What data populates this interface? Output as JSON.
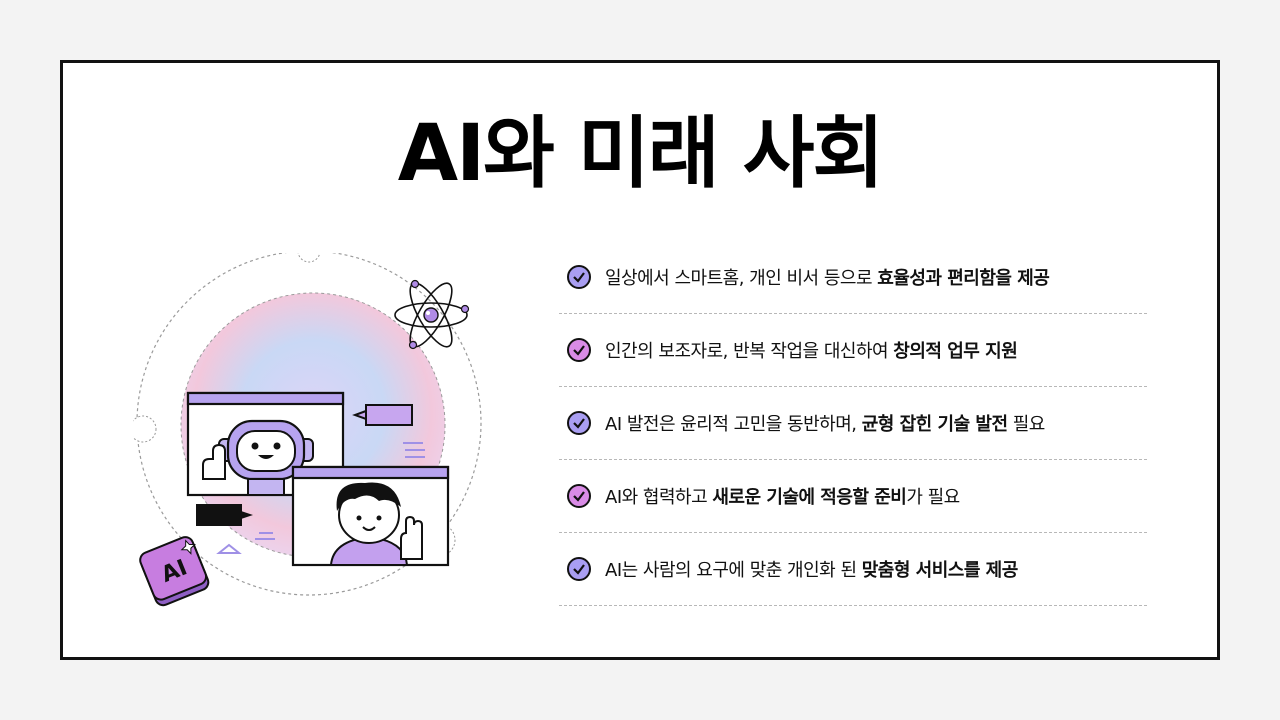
{
  "slide": {
    "title": "AI와 미래 사회",
    "items": [
      {
        "pre": "일상에서 스마트홈, 개인 비서 등으로 ",
        "bold": "효율성과 편리함을 제공",
        "post": "",
        "check_color": "#a99ef2"
      },
      {
        "pre": "인간의 보조자로, 반복 작업을 대신하여 ",
        "bold": "창의적 업무 지원",
        "post": "",
        "check_color": "#d98be6"
      },
      {
        "pre": "AI 발전은 윤리적 고민을 동반하며, ",
        "bold": "균형 잡힌 기술 발전",
        "post": " 필요",
        "check_color": "#a99ef2"
      },
      {
        "pre": "AI와 협력하고 ",
        "bold": "새로운 기술에 적응할 준비",
        "post": "가 필요",
        "check_color": "#d98be6"
      },
      {
        "pre": "AI는 사람의 요구에 맞춘 개인화 된 ",
        "bold": "맞춤형 서비스를 제공",
        "post": "",
        "check_color": "#a99ef2"
      }
    ],
    "badge_text": "AI"
  },
  "colors": {
    "accent_purple": "#a99ef2",
    "accent_pink": "#d98be6",
    "badge": "#c77de0"
  }
}
